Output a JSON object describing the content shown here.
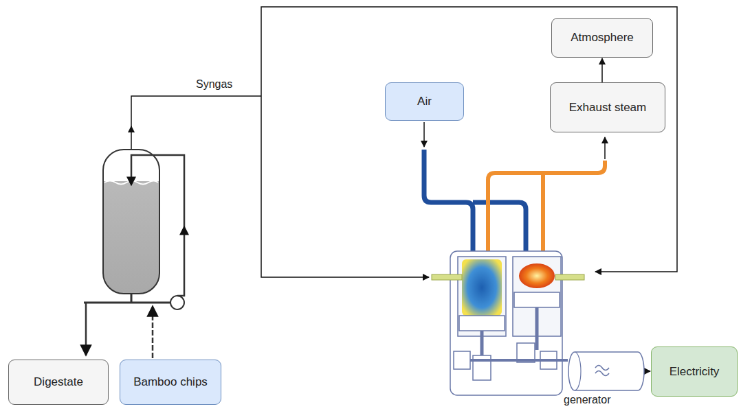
{
  "diagram": {
    "nodes": [
      {
        "text": [
          "Atmosphere"
        ]
      },
      {
        "text": [
          "Air"
        ]
      },
      {
        "text": [
          "Exhaust steam"
        ]
      },
      {
        "text": [
          "Digestate"
        ]
      },
      {
        "text": [
          "Bamboo chips"
        ]
      },
      {
        "text": [
          "generator"
        ]
      },
      {
        "text": [
          "Electricity"
        ]
      }
    ],
    "edges": [
      {
        "from": 2,
        "to": 0,
        "arrow": "to"
      },
      {
        "from": 5,
        "to": 6,
        "arrow": "to"
      }
    ],
    "labels": [
      "Syngas"
    ]
  }
}
